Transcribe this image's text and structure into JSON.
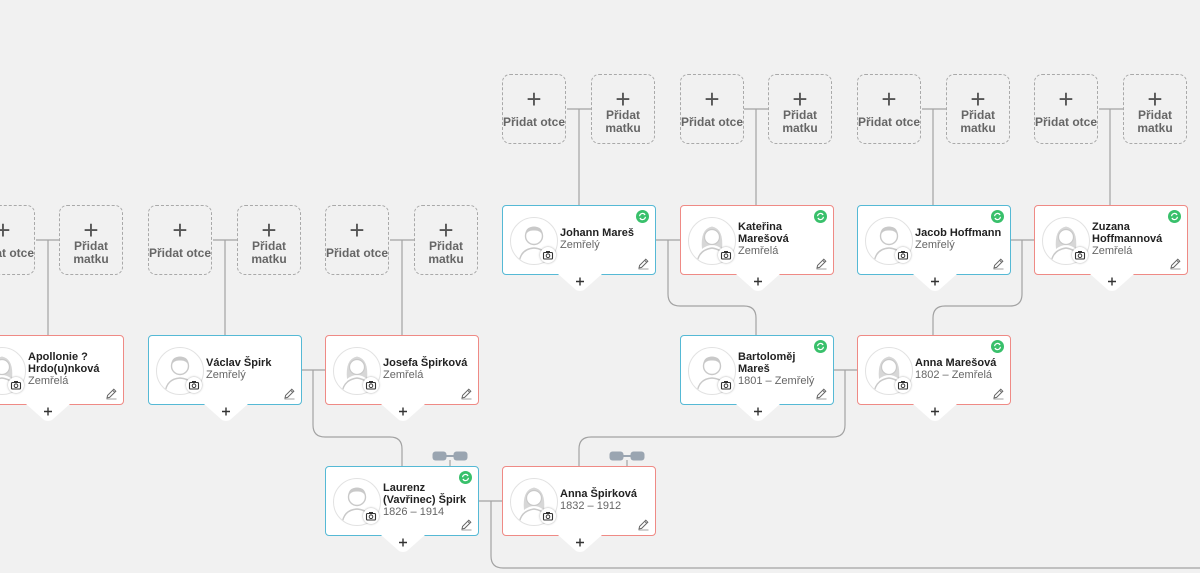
{
  "labels": {
    "add_father": "Přidat otce",
    "add_mother": "Přidat matku"
  },
  "colors": {
    "male_border": "#55b9d5",
    "female_border": "#ef8a85",
    "sync_badge": "#39c06b",
    "line": "#a3a3a3",
    "background": "#f1f1f1"
  },
  "icons": [
    "plus-icon",
    "avatar-male-icon",
    "avatar-female-icon",
    "camera-icon",
    "sync-icon",
    "pencil-icon",
    "marriage-rings-icon"
  ],
  "people": {
    "apollonie": {
      "name": "Apollonie ? Hrdo(u)nková",
      "dates": "Zemřelá"
    },
    "vaclav": {
      "name": "Václav Špirk",
      "dates": "Zemřelý"
    },
    "josefa": {
      "name": "Josefa Špirková",
      "dates": "Zemřelá"
    },
    "johann": {
      "name": "Johann Mareš",
      "dates": "Zemřelý"
    },
    "katerina": {
      "name": "Kateřina Marešová",
      "dates": "Zemřelá"
    },
    "jacob": {
      "name": "Jacob Hoffmann",
      "dates": "Zemřelý"
    },
    "zuzana": {
      "name": "Zuzana Hoffmannová",
      "dates": "Zemřelá"
    },
    "bartolomej": {
      "name": "Bartoloměj Mareš",
      "dates": "1801 – Zemřelý"
    },
    "anna_m": {
      "name": "Anna Marešová",
      "dates": "1802 – Zemřelá"
    },
    "laurenz": {
      "name": "Laurenz (Vavřinec) Špirk",
      "dates": "1826 – 1914"
    },
    "anna_s": {
      "name": "Anna Špirková",
      "dates": "1832 – 1912"
    }
  }
}
